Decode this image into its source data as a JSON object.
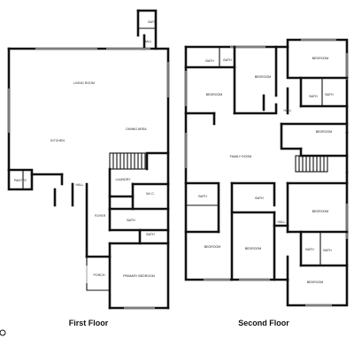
{
  "floors": {
    "first": {
      "title": "First Floor",
      "rooms": {
        "bath_top": "BATH",
        "hall_top": "HALL",
        "living": "LIVING ROOM",
        "dining": "DINING AREA",
        "kitchen": "KITCHEN",
        "pantry": "PANTRY",
        "hall": "HALL",
        "laundry": "LAUNDRY",
        "wic": "W.I.C.",
        "foyer": "FOYER",
        "bath_mid": "BATH",
        "bath_low": "BATH",
        "porch": "PORCH",
        "primary": "PRIMARY BEDROOM"
      }
    },
    "second": {
      "title": "Second Floor",
      "rooms": {
        "bath_a": "BATH",
        "bath_b": "BATH",
        "bedroom_a": "BEDROOM",
        "bedroom_b": "BEDROOM",
        "bedroom_c": "BEDROOM",
        "bath_c": "BATH",
        "bath_d": "BATH",
        "hall_a": "HALL",
        "bedroom_d": "BEDROOM",
        "family": "FAMILY ROOM",
        "bath_e": "BATH",
        "bath_f": "BATH",
        "bedroom_e": "BEDROOM",
        "hall_b": "HALL",
        "bedroom_f": "BEDROOM",
        "bedroom_g": "BEDROOM",
        "bath_g": "BATH",
        "bath_h": "BATH",
        "bedroom_h": "BEDROOM"
      }
    }
  }
}
